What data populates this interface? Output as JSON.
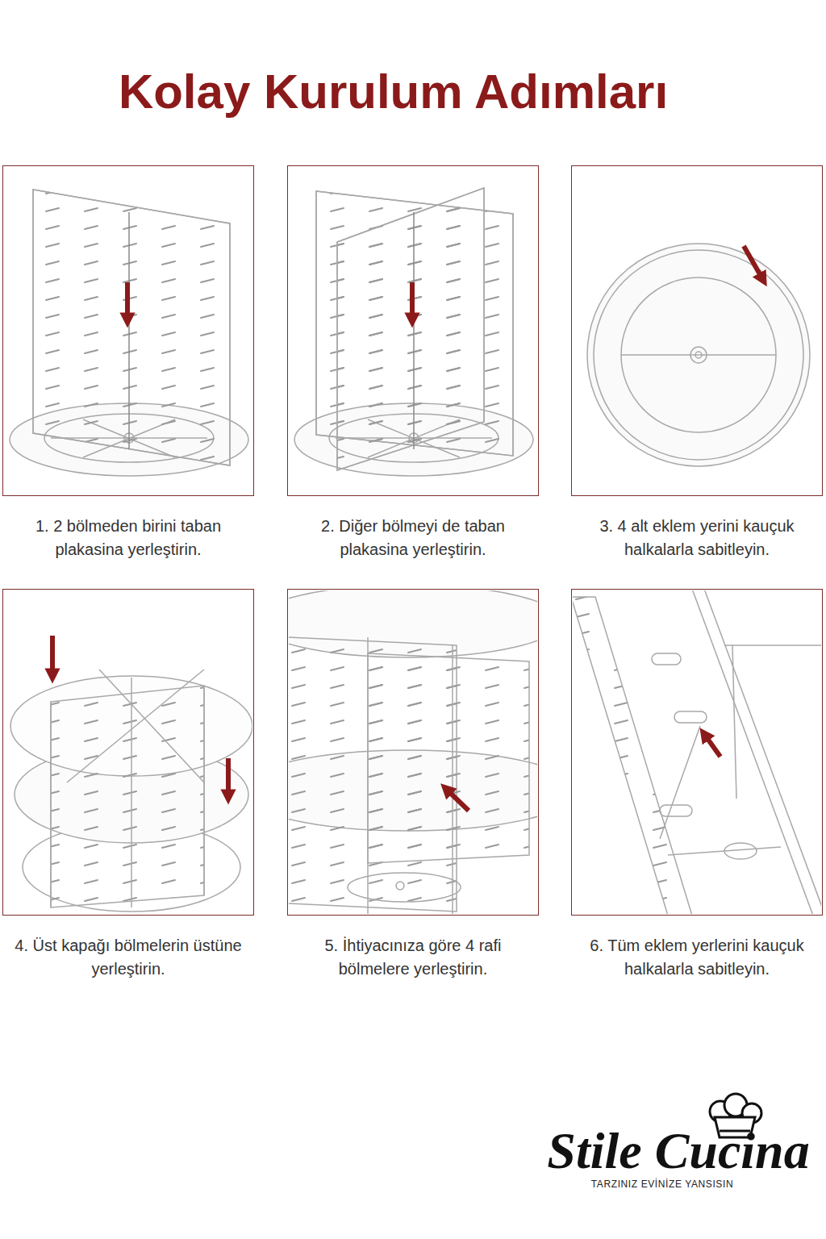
{
  "diagram": {
    "title": "Kolay Kurulum Adımları",
    "nodes": [
      {
        "text": [
          "1. 2 bölmeden birini taban plakasina yerleştirin."
        ]
      },
      {
        "text": [
          "2. Diğer bölmeyi de taban plakasina yerleştirin."
        ]
      },
      {
        "text": [
          "3. 4 alt eklem yerini kauçuk halkalarla sabitleyin."
        ]
      },
      {
        "text": [
          "4. Üst kapağı bölmelerin üstüne yerleştirin."
        ]
      },
      {
        "text": [
          "5. İhtiyacınıza göre 4 rafi bölmelere yerleştirin."
        ]
      },
      {
        "text": [
          "6. Tüm eklem yerlerini kauçuk halkalarla sabitleyin."
        ]
      }
    ],
    "labels": [
      "Stile Cucina",
      "TARZINIZ EVİNİZE YANSISIN"
    ]
  }
}
